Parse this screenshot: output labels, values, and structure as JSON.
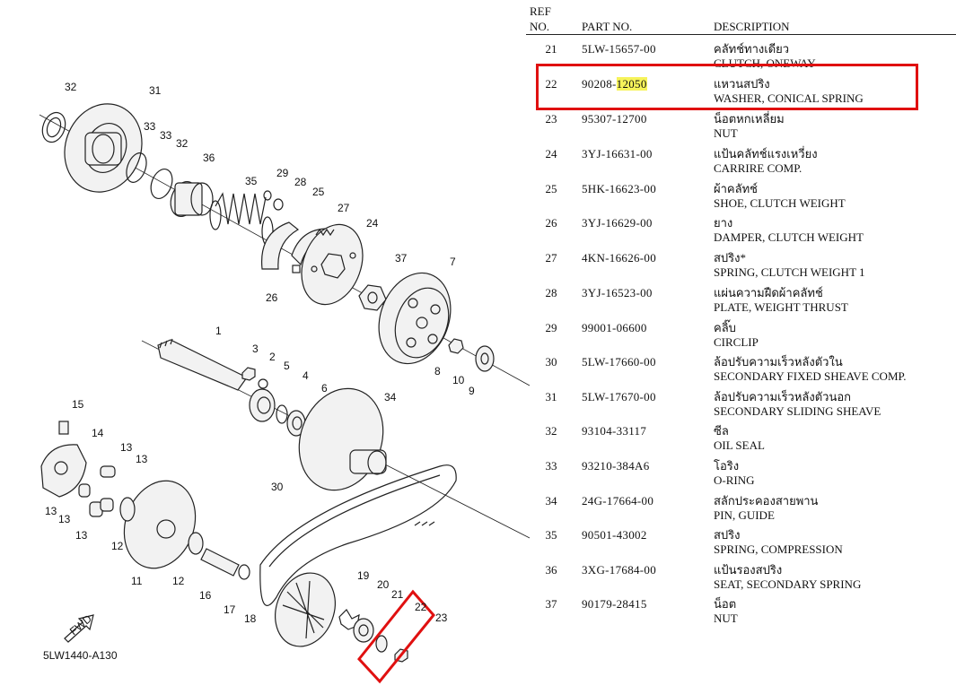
{
  "diagram": {
    "code": "5LW1440-A130",
    "fwd_label": "FWD",
    "callouts": [
      "1",
      "2",
      "3",
      "4",
      "5",
      "6",
      "7",
      "8",
      "9",
      "10",
      "11",
      "12",
      "12",
      "13",
      "13",
      "13",
      "13",
      "13",
      "14",
      "15",
      "16",
      "17",
      "18",
      "19",
      "20",
      "21",
      "22",
      "23",
      "24",
      "25",
      "26",
      "27",
      "28",
      "29",
      "30",
      "31",
      "32",
      "32",
      "33",
      "33",
      "34",
      "35",
      "36",
      "37"
    ]
  },
  "table": {
    "header": {
      "ref_line1": "REF",
      "ref_line2": "NO.",
      "part_no": "PART NO.",
      "description": "DESCRIPTION"
    },
    "rows": [
      {
        "ref": "21",
        "part_no": "5LW-15657-00",
        "desc_th": "คลัทช์ทางเดียว",
        "desc_en": "CLUTCH, ONEWAY"
      },
      {
        "ref": "22",
        "part_no_prefix": "90208-",
        "part_no_highlight": "12050",
        "desc_th": "แหวนสปริง",
        "desc_en": "WASHER, CONICAL SPRING"
      },
      {
        "ref": "23",
        "part_no": "95307-12700",
        "desc_th": "น็อตหกเหลี่ยม",
        "desc_en": "NUT"
      },
      {
        "ref": "24",
        "part_no": "3YJ-16631-00",
        "desc_th": "แป้นคลัทช์แรงเหวี่ยง",
        "desc_en": "CARRIRE COMP."
      },
      {
        "ref": "25",
        "part_no": "5HK-16623-00",
        "desc_th": "ผ้าคลัทช์",
        "desc_en": "SHOE, CLUTCH WEIGHT"
      },
      {
        "ref": "26",
        "part_no": "3YJ-16629-00",
        "desc_th": "ยาง",
        "desc_en": "DAMPER, CLUTCH WEIGHT"
      },
      {
        "ref": "27",
        "part_no": "4KN-16626-00",
        "desc_th": "สปริง*",
        "desc_en": "SPRING, CLUTCH WEIGHT 1"
      },
      {
        "ref": "28",
        "part_no": "3YJ-16523-00",
        "desc_th": "แผ่นความฝืดผ้าคลัทช์",
        "desc_en": "PLATE, WEIGHT THRUST"
      },
      {
        "ref": "29",
        "part_no": "99001-06600",
        "desc_th": "คลิ๊บ",
        "desc_en": "CIRCLIP"
      },
      {
        "ref": "30",
        "part_no": "5LW-17660-00",
        "desc_th": "ล้อปรับความเร็วหลังตัวใน",
        "desc_en": "SECONDARY FIXED SHEAVE COMP."
      },
      {
        "ref": "31",
        "part_no": "5LW-17670-00",
        "desc_th": "ล้อปรับความเร็วหลังตัวนอก",
        "desc_en": "SECONDARY SLIDING SHEAVE"
      },
      {
        "ref": "32",
        "part_no": "93104-33117",
        "desc_th": "ซีล",
        "desc_en": "OIL SEAL"
      },
      {
        "ref": "33",
        "part_no": "93210-384A6",
        "desc_th": "โอริง",
        "desc_en": "O-RING"
      },
      {
        "ref": "34",
        "part_no": "24G-17664-00",
        "desc_th": "สลักประคองสายพาน",
        "desc_en": "PIN, GUIDE"
      },
      {
        "ref": "35",
        "part_no": "90501-43002",
        "desc_th": "สปริง",
        "desc_en": "SPRING, COMPRESSION"
      },
      {
        "ref": "36",
        "part_no": "3XG-17684-00",
        "desc_th": "แป้นรองสปริง",
        "desc_en": "SEAT, SECONDARY SPRING"
      },
      {
        "ref": "37",
        "part_no": "90179-28415",
        "desc_th": "น็อต",
        "desc_en": "NUT"
      }
    ]
  },
  "colors": {
    "highlight_box": "#e01010",
    "highlight_text": "#f6f35a"
  }
}
